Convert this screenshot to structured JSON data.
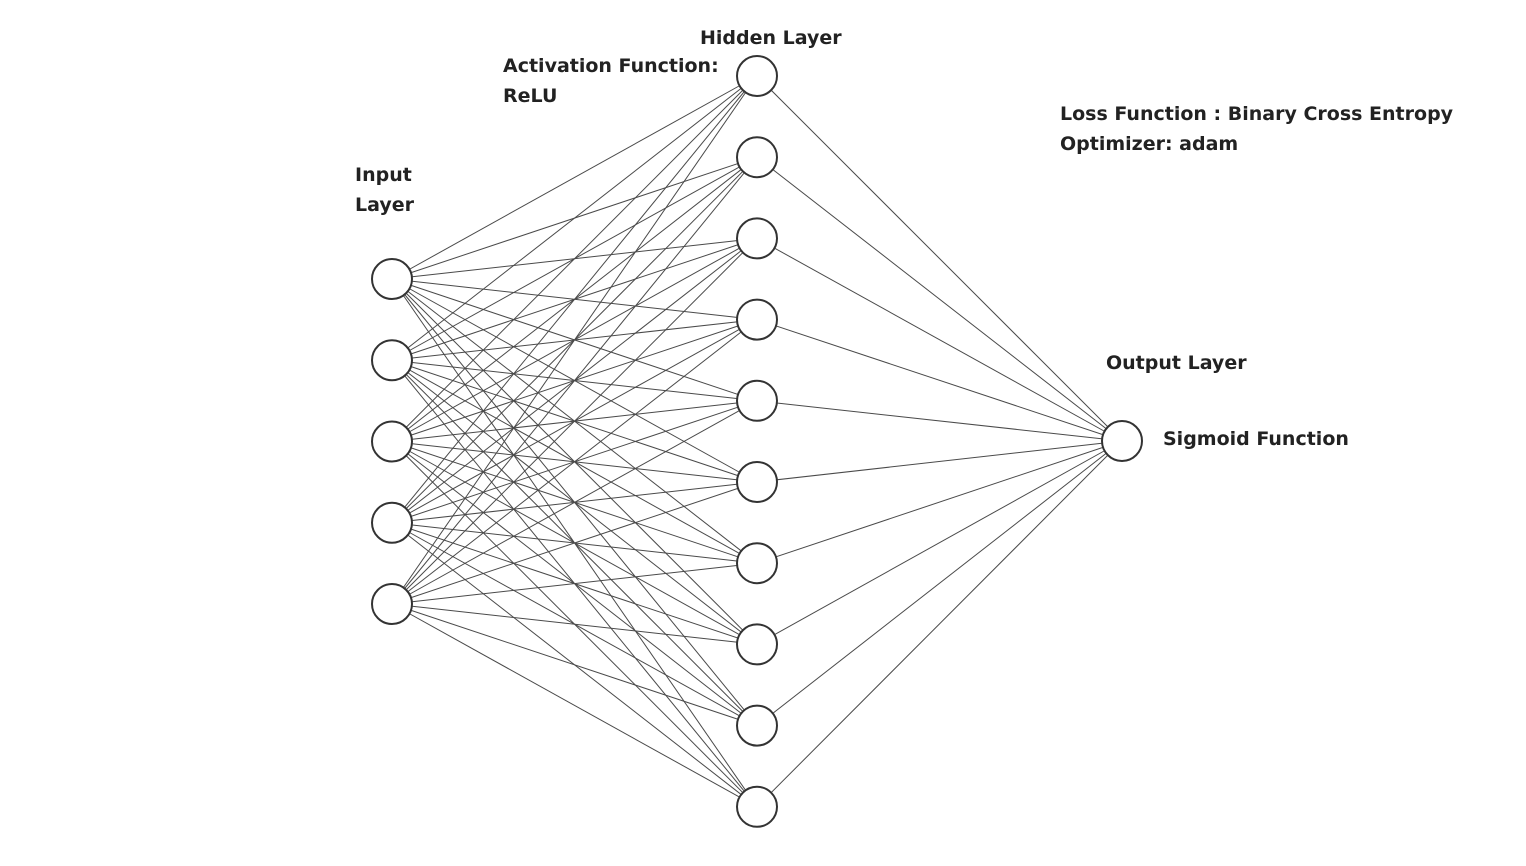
{
  "labels": {
    "input_layer": [
      "Input",
      "Layer"
    ],
    "hidden_layer": "Hidden Layer",
    "activation": [
      "Activation Function:",
      "ReLU"
    ],
    "output_layer": "Output Layer",
    "output_activation": "Sigmoid Function",
    "training": [
      "Loss Function : Binary Cross Entropy",
      "Optimizer: adam"
    ]
  },
  "network": {
    "input_nodes": 5,
    "hidden_nodes": 10,
    "output_nodes": 1,
    "connectivity": "fully-connected"
  }
}
